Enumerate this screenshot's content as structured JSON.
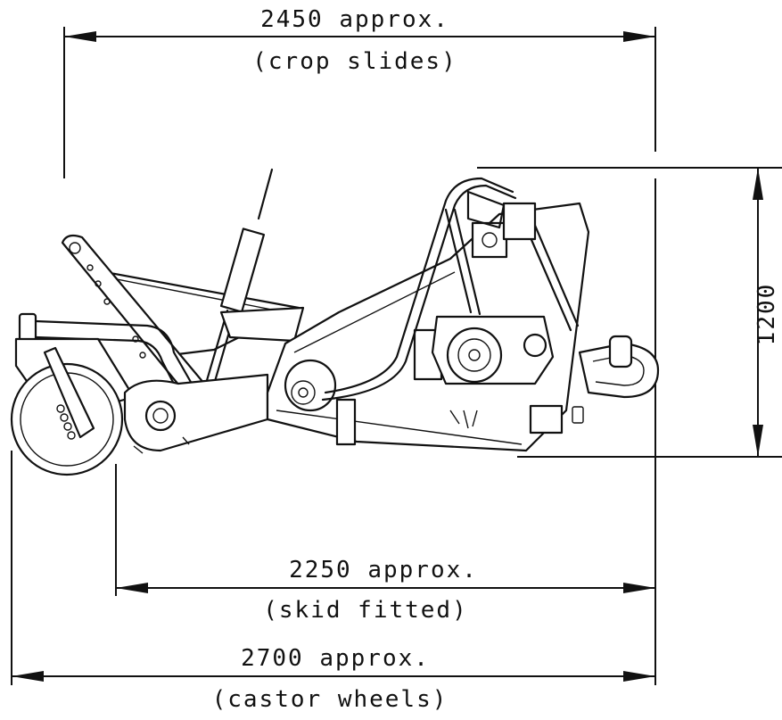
{
  "dimensions": {
    "crop_slides": {
      "value": "2450 approx.",
      "note": "(crop slides)"
    },
    "height": {
      "value": "1200"
    },
    "skid_fitted": {
      "value": "2250 approx.",
      "note": "(skid fitted)"
    },
    "castor_wheels": {
      "value": "2700 approx.",
      "note": "(castor wheels)"
    }
  }
}
